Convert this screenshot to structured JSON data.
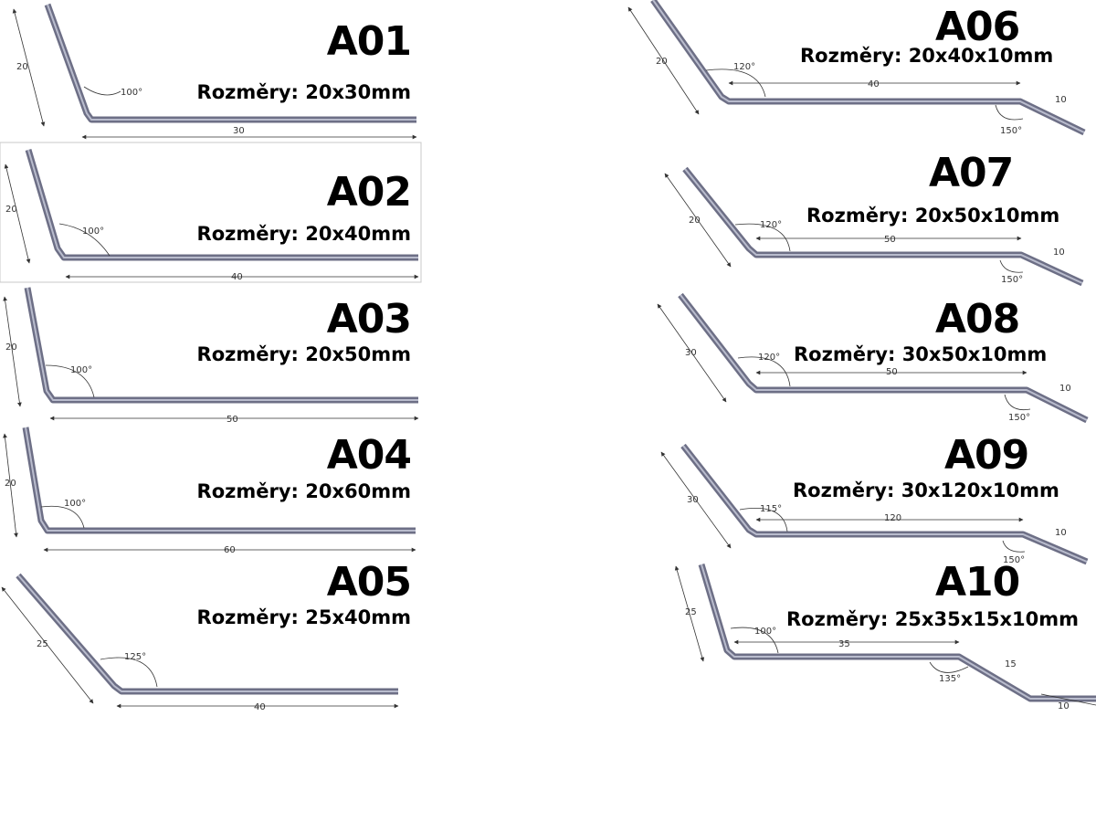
{
  "profiles": [
    {
      "code": "A01",
      "dims": "Rozměry: 20x30mm",
      "angles": [
        "100°"
      ],
      "lengths": [
        "20",
        "30"
      ]
    },
    {
      "code": "A02",
      "dims": "Rozměry: 20x40mm",
      "angles": [
        "100°"
      ],
      "lengths": [
        "20",
        "40"
      ]
    },
    {
      "code": "A03",
      "dims": "Rozměry: 20x50mm",
      "angles": [
        "100°"
      ],
      "lengths": [
        "20",
        "50"
      ]
    },
    {
      "code": "A04",
      "dims": "Rozměry: 20x60mm",
      "angles": [
        "100°"
      ],
      "lengths": [
        "20",
        "60"
      ]
    },
    {
      "code": "A05",
      "dims": "Rozměry: 25x40mm",
      "angles": [
        "125°"
      ],
      "lengths": [
        "25",
        "40"
      ]
    },
    {
      "code": "A06",
      "dims": "Rozměry: 20x40x10mm",
      "angles": [
        "120°",
        "150°"
      ],
      "lengths": [
        "20",
        "40",
        "10"
      ]
    },
    {
      "code": "A07",
      "dims": "Rozměry: 20x50x10mm",
      "angles": [
        "120°",
        "150°"
      ],
      "lengths": [
        "20",
        "50",
        "10"
      ]
    },
    {
      "code": "A08",
      "dims": "Rozměry: 30x50x10mm",
      "angles": [
        "120°",
        "150°"
      ],
      "lengths": [
        "30",
        "50",
        "10"
      ]
    },
    {
      "code": "A09",
      "dims": "Rozměry: 30x120x10mm",
      "angles": [
        "115°",
        "150°"
      ],
      "lengths": [
        "30",
        "120",
        "10"
      ]
    },
    {
      "code": "A10",
      "dims": "Rozměry: 25x35x15x10mm",
      "angles": [
        "100°",
        "135°"
      ],
      "lengths": [
        "25",
        "35",
        "15",
        "10"
      ]
    }
  ]
}
